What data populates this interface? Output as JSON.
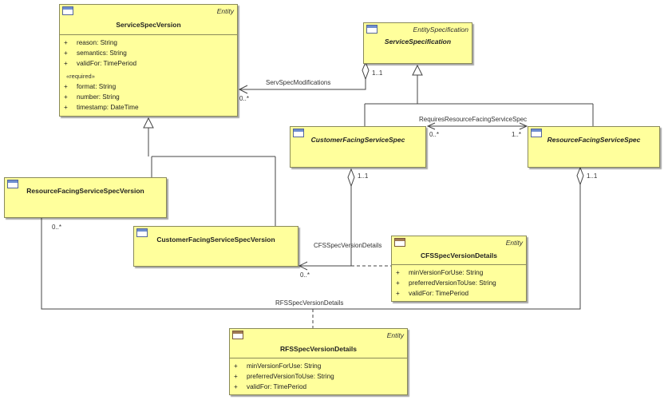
{
  "classes": {
    "service_spec_version": {
      "stereotype": "Entity",
      "name": "ServiceSpecVersion",
      "attributes": [
        {
          "vis": "+",
          "text": "reason: String"
        },
        {
          "vis": "+",
          "text": "semantics: String"
        },
        {
          "vis": "+",
          "text": "validFor: TimePeriod"
        }
      ],
      "group_label": "«required»",
      "required_attributes": [
        {
          "vis": "+",
          "text": "format: String"
        },
        {
          "vis": "+",
          "text": "number: String"
        },
        {
          "vis": "+",
          "text": "timestamp: DateTime"
        }
      ]
    },
    "service_specification": {
      "stereotype": "EntitySpecification",
      "name": "ServiceSpecification"
    },
    "customer_facing_service_spec": {
      "name": "CustomerFacingServiceSpec"
    },
    "resource_facing_service_spec": {
      "name": "ResourceFacingServiceSpec"
    },
    "resource_facing_service_spec_version": {
      "name": "ResourceFacingServiceSpecVersion"
    },
    "customer_facing_service_spec_version": {
      "name": "CustomerFacingServiceSpecVersion"
    },
    "cfs_spec_version_details": {
      "stereotype": "Entity",
      "name": "CFSSpecVersionDetails",
      "attributes": [
        {
          "vis": "+",
          "text": "minVersionForUse: String"
        },
        {
          "vis": "+",
          "text": "preferredVersionToUse: String"
        },
        {
          "vis": "+",
          "text": "validFor: TimePeriod"
        }
      ]
    },
    "rfs_spec_version_details": {
      "stereotype": "Entity",
      "name": "RFSSpecVersionDetails",
      "attributes": [
        {
          "vis": "+",
          "text": "minVersionForUse: String"
        },
        {
          "vis": "+",
          "text": "preferredVersionToUse: String"
        },
        {
          "vis": "+",
          "text": "validFor: TimePeriod"
        }
      ]
    }
  },
  "associations": {
    "serv_spec_modifications": {
      "name": "ServSpecModifications",
      "mult_target": "0..*",
      "mult_source": "1..1"
    },
    "requires_resource_facing_service_spec": {
      "name": "RequiresResourceFacingServiceSpec",
      "mult_left": "0..*",
      "mult_right": "1..*"
    },
    "cfs_spec_version_details": {
      "name": "CFSSpecVersionDetails",
      "mult_target": "0..*",
      "mult_source": "1..1"
    },
    "rfs_spec_version_details": {
      "name": "RFSSpecVersionDetails",
      "mult_target": "0..*",
      "mult_source": "1..1"
    }
  }
}
